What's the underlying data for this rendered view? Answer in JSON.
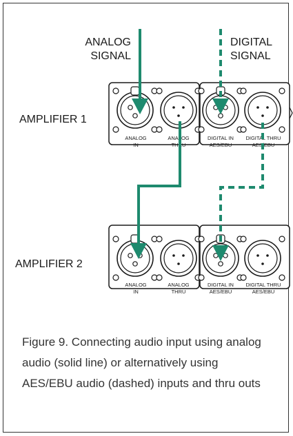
{
  "colors": {
    "signal": "#1e8a6e",
    "outline": "#1a1a1a",
    "panel": "#ffffff"
  },
  "signals": {
    "analog_line1": "ANALOG",
    "analog_line2": "SIGNAL",
    "digital_line1": "DIGITAL",
    "digital_line2": "SIGNAL"
  },
  "amplifiers": [
    {
      "name": "AMPLIFIER 1",
      "connectors": [
        {
          "line1": "ANALOG",
          "line2": "IN",
          "icon": "xlr-female-icon"
        },
        {
          "line1": "ANALOG",
          "line2": "THRU",
          "icon": "xlr-male-icon"
        },
        {
          "line1": "DIGITAL IN",
          "line2": "AES/EBU",
          "icon": "xlr-female-icon"
        },
        {
          "line1": "DIGITAL THRU",
          "line2": "AES/EBU",
          "icon": "xlr-male-icon"
        }
      ]
    },
    {
      "name": "AMPLIFIER 2",
      "connectors": [
        {
          "line1": "ANALOG",
          "line2": "IN",
          "icon": "xlr-female-icon"
        },
        {
          "line1": "ANALOG",
          "line2": "THRU",
          "icon": "xlr-male-icon"
        },
        {
          "line1": "DIGITAL IN",
          "line2": "AES/EBU",
          "icon": "xlr-female-icon"
        },
        {
          "line1": "DIGITAL THRU",
          "line2": "AES/EBU",
          "icon": "xlr-male-icon"
        }
      ]
    }
  ],
  "caption": "Figure 9. Connecting audio input using analog audio (solid line) or alternatively using AES/EBU audio (dashed) inputs and thru outs"
}
